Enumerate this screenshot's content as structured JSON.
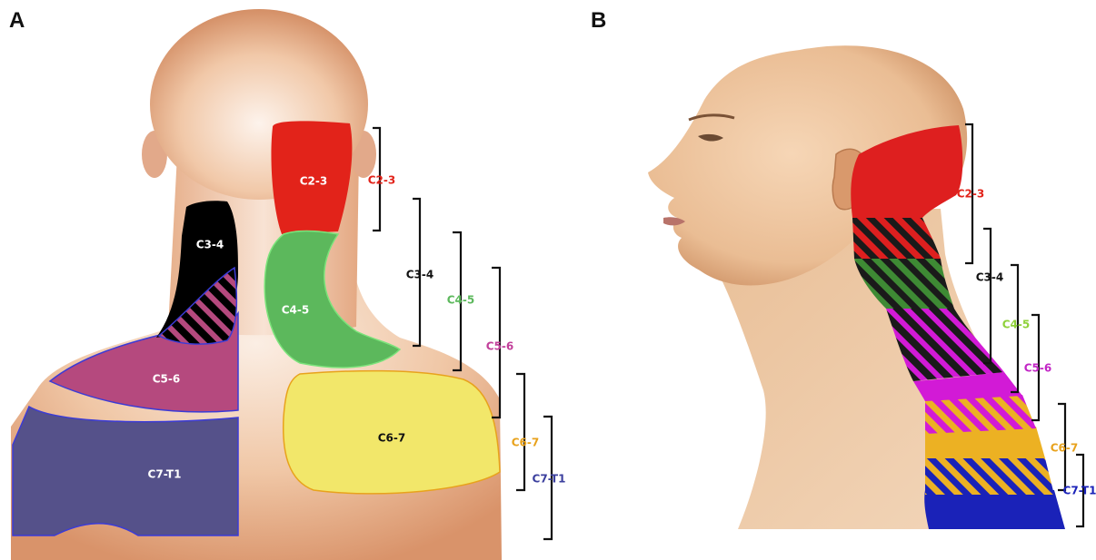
{
  "panels": [
    {
      "letter": "A"
    },
    {
      "letter": "B"
    }
  ],
  "panel_a": {
    "zones": [
      {
        "label": "C2-3",
        "fill": "#e2231a",
        "text_color": "#ffffff"
      },
      {
        "label": "C3-4",
        "fill": "#000000",
        "text_color": "#ffffff"
      },
      {
        "label": "C4-5",
        "fill": "#5cb85c",
        "text_color": "#ffffff"
      },
      {
        "label": "C5-6",
        "fill": "#b5497e",
        "text_color": "#ffffff"
      },
      {
        "label": "C6-7",
        "fill": "#f2e76a",
        "text_color": "#111111"
      },
      {
        "label": "C7-T1",
        "fill": "#55518a",
        "text_color": "#ffffff"
      }
    ],
    "brackets": [
      {
        "label": "C2-3",
        "color": "#e2231a"
      },
      {
        "label": "C3-4",
        "color": "#111111"
      },
      {
        "label": "C4-5",
        "color": "#5cb85c"
      },
      {
        "label": "C5-6",
        "color": "#c23f9a"
      },
      {
        "label": "C6-7",
        "color": "#e8a21c"
      },
      {
        "label": "C7-T1",
        "color": "#3b3f9e"
      }
    ]
  },
  "panel_b": {
    "zones": [
      {
        "name": "C2-3",
        "fill": "#de1f1f"
      },
      {
        "name": "C3-4",
        "fill": "#1a1a1a"
      },
      {
        "name": "C4-5",
        "fill": "#3e8a34"
      },
      {
        "name": "C5-6",
        "fill": "#d21ad6"
      },
      {
        "name": "C6-7",
        "fill": "#ecb123"
      },
      {
        "name": "C7-T1",
        "fill": "#1a22b8"
      }
    ],
    "brackets": [
      {
        "label": "C2-3",
        "color": "#e2231a"
      },
      {
        "label": "C3-4",
        "color": "#111111"
      },
      {
        "label": "C4-5",
        "color": "#8fd13a"
      },
      {
        "label": "C5-6",
        "color": "#c225c5"
      },
      {
        "label": "C6-7",
        "color": "#e8a21c"
      },
      {
        "label": "C7-T1",
        "color": "#1a22b8"
      }
    ]
  }
}
